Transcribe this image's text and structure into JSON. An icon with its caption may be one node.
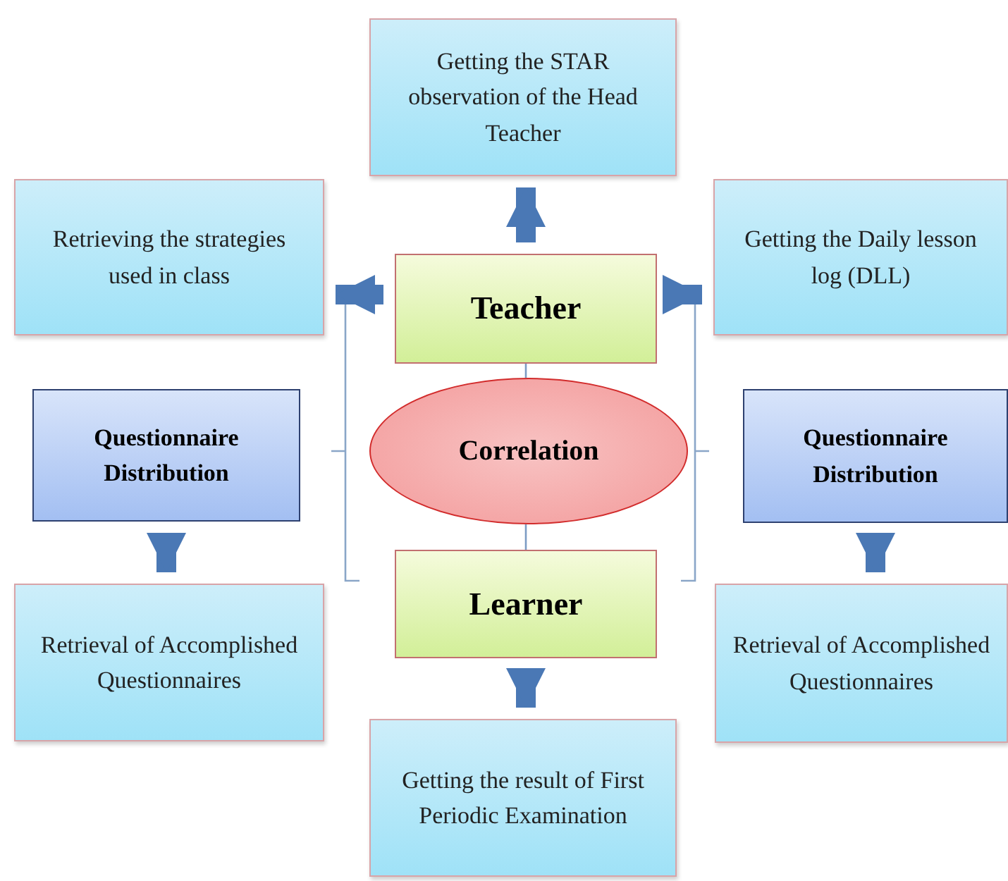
{
  "diagram": {
    "nodes": [
      {
        "text": [
          "Getting the STAR observation of the Head Teacher"
        ]
      },
      {
        "text": [
          "Retrieving the strategies used in class"
        ]
      },
      {
        "text": [
          "Teacher"
        ]
      },
      {
        "text": [
          "Getting the Daily lesson log (DLL)"
        ]
      },
      {
        "text": [
          "Questionnaire Distribution"
        ]
      },
      {
        "text": [
          "Correlation"
        ]
      },
      {
        "text": [
          "Questionnaire Distribution"
        ]
      },
      {
        "text": [
          "Retrieval of Accomplished Questionnaires"
        ]
      },
      {
        "text": [
          "Learner"
        ]
      },
      {
        "text": [
          "Retrieval of Accomplished Questionnaires"
        ]
      },
      {
        "text": [
          "Getting the result of First Periodic Examination"
        ]
      }
    ],
    "edges": [
      {
        "from": 2,
        "to": 0,
        "arrow": "to"
      },
      {
        "from": 2,
        "to": 1,
        "arrow": "to"
      },
      {
        "from": 2,
        "to": 3,
        "arrow": "to"
      },
      {
        "from": 2,
        "to": 5,
        "arrow": "none",
        "color": "#7c9cc4"
      },
      {
        "from": 5,
        "to": 8,
        "arrow": "none",
        "color": "#7c9cc4"
      },
      {
        "from": 4,
        "to": 7,
        "arrow": "to"
      },
      {
        "from": 6,
        "to": 9,
        "arrow": "to"
      },
      {
        "from": 8,
        "to": 10,
        "arrow": "to"
      }
    ]
  }
}
